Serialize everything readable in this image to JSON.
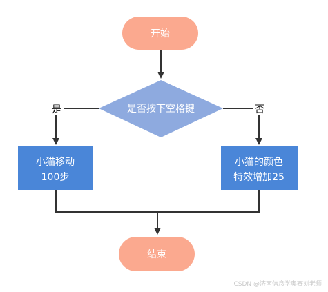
{
  "nodes": {
    "start": {
      "label": "开始",
      "shape": "terminal",
      "color": "#fba98f"
    },
    "decision": {
      "label": "是否按下空格键",
      "shape": "decision",
      "color": "#8eaadf"
    },
    "left_action": {
      "lines": [
        "小猫移动",
        "100步"
      ],
      "shape": "process",
      "color": "#4a86d8"
    },
    "right_action": {
      "lines": [
        "小猫的颜色",
        "特效增加25"
      ],
      "shape": "process",
      "color": "#4a86d8"
    },
    "end": {
      "label": "结束",
      "shape": "terminal",
      "color": "#fba98f"
    }
  },
  "edges": {
    "yes_label": "是",
    "no_label": "否",
    "line_color": "#333333"
  },
  "watermark": "CSDN @济南信息学奥赛刘老师"
}
